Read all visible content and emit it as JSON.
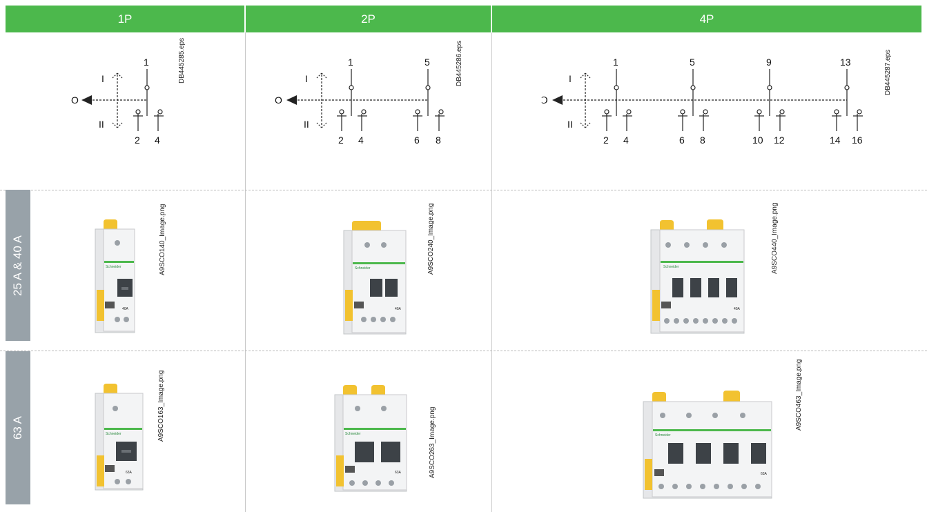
{
  "headers": {
    "h1p": "1P",
    "h2p": "2P",
    "h4p": "4P"
  },
  "rows": {
    "r1": "25 A & 40 A",
    "r2": "63 A"
  },
  "diagram_labels": {
    "on": "I",
    "off": "O",
    "off_4p": "Ↄ",
    "trip": "II",
    "t1": "1",
    "t2": "2",
    "t4": "4",
    "t5": "5",
    "t6": "6",
    "t8": "8",
    "t9": "9",
    "t10": "10",
    "t12": "12",
    "t13": "13",
    "t14": "14",
    "t16": "16"
  },
  "file_labels": {
    "db1": "DB445285.eps",
    "db2": "DB445286.eps",
    "db3": "DB445287.eps",
    "img140": "A9SCO140_Image.png",
    "img240": "A9SCO240_Image.png",
    "img440": "A9SCO440_Image.png",
    "img163": "A9SCO163_Image.png",
    "img263": "A9SCO263_Image.png",
    "img463": "A9SCO463_Image.png"
  },
  "device_texts": {
    "brand": "Schneider",
    "rating40": "40A",
    "rating63": "63A"
  }
}
